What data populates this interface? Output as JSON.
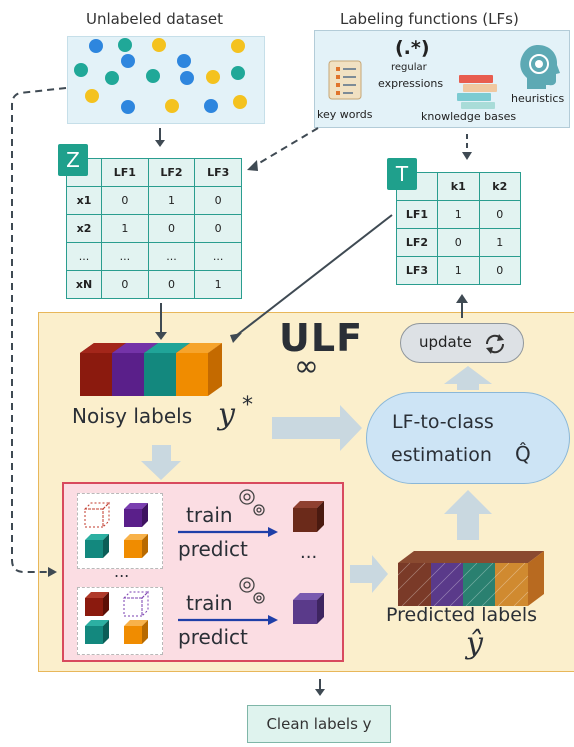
{
  "unlabeled": {
    "title": "Unlabeled dataset"
  },
  "lfs": {
    "title": "Labeling functions (LFs)",
    "keywords": "key words",
    "regex_symbol": "(.*)",
    "regex_line1": "regular",
    "regex_line2": "expressions",
    "knowledge": "knowledge bases",
    "heuristics": "heuristics"
  },
  "z_table": {
    "tag": "Z",
    "headers": [
      "",
      "LF1",
      "LF2",
      "LF3"
    ],
    "rows": [
      [
        "x1",
        "0",
        "1",
        "0"
      ],
      [
        "x2",
        "1",
        "0",
        "0"
      ],
      [
        "...",
        "...",
        "...",
        "..."
      ],
      [
        "xN",
        "0",
        "0",
        "1"
      ]
    ]
  },
  "t_table": {
    "tag": "T",
    "headers": [
      "",
      "k1",
      "k2"
    ],
    "rows": [
      [
        "LF1",
        "1",
        "0"
      ],
      [
        "LF2",
        "0",
        "1"
      ],
      [
        "LF3",
        "1",
        "0"
      ]
    ]
  },
  "ulf": {
    "title": "ULF",
    "infinity": "∞"
  },
  "update": {
    "label": "update",
    "icon": "refresh-icon"
  },
  "noisy": {
    "label": "Noisy labels",
    "symbol": "y",
    "sup": "*"
  },
  "estimation": {
    "line1": "LF-to-class",
    "line2": "estimation",
    "symbol": "Q̂"
  },
  "training": {
    "train": "train",
    "predict": "predict",
    "ellipsis_right": "...",
    "ellipsis_mid": "..."
  },
  "predicted": {
    "label": "Predicted labels",
    "symbol": "ŷ"
  },
  "clean": {
    "label": "Clean labels y"
  },
  "colors": {
    "red": "#8b1a0e",
    "purple": "#5a1f8a",
    "teal": "#13887e",
    "orange": "#f08c00",
    "table_border": "#2a9d8f",
    "panel": "#fbefcc",
    "arrow": "#c9d8e0"
  }
}
